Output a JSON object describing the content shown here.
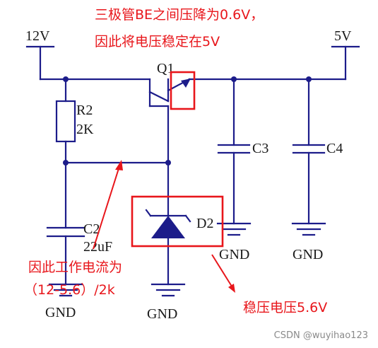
{
  "labels": {
    "vin": "12V",
    "vout": "5V",
    "q1": "Q1",
    "r2_name": "R2",
    "r2_value": "2K",
    "c3": "C3",
    "c4": "C4",
    "c2_name": "C2",
    "c2_value": "22uF",
    "d2": "D2",
    "gnd": "GND"
  },
  "annotations": {
    "vbe_line1": "三极管BE之间压降为0.6V，",
    "vbe_line2": "因此将电压稳定在5V",
    "current_line1": "因此工作电流为",
    "current_line2": "（12-5.6）/2k",
    "zener_voltage": "稳压电压5.6V"
  },
  "watermark": "CSDN @wuyihao123",
  "colors": {
    "wire": "#1c1c8a",
    "annotation": "#e8161b"
  }
}
